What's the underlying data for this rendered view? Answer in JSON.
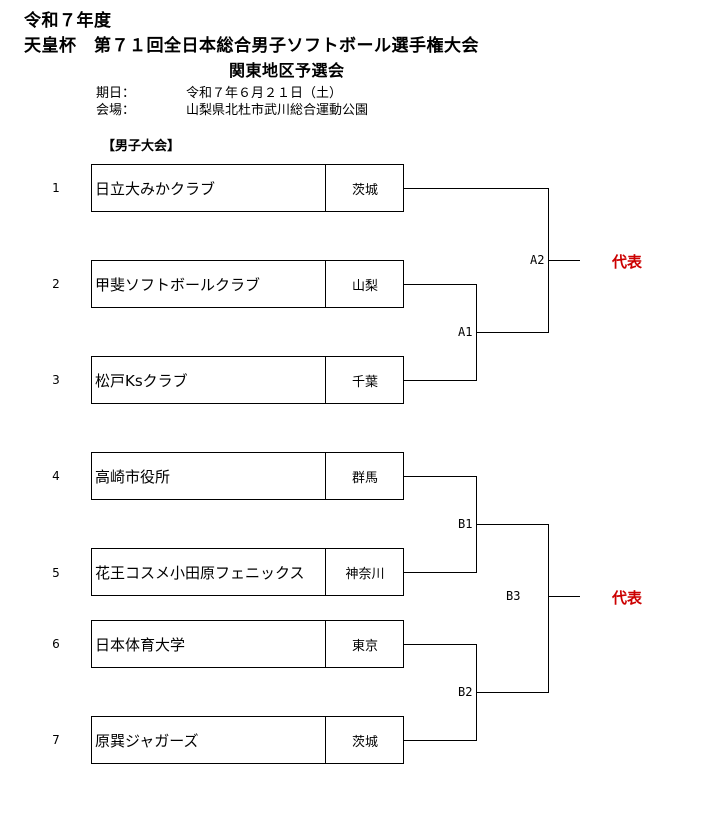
{
  "header": {
    "year": "令和７年度",
    "title": "天皇杯　第７１回全日本総合男子ソフトボール選手権大会",
    "subtitle": "関東地区予選会"
  },
  "info": {
    "date_label": "期日：",
    "date_value": "令和７年６月２１日（土）",
    "venue_label": "会場：",
    "venue_value": "山梨県北杜市武川総合運動公園"
  },
  "section_label": "【男子大会】",
  "teams": [
    {
      "seed": "1",
      "name": "日立大みかクラブ",
      "pref": "茨城"
    },
    {
      "seed": "2",
      "name": "甲斐ソフトボールクラブ",
      "pref": "山梨"
    },
    {
      "seed": "3",
      "name": "松戸Ksクラブ",
      "pref": "千葉"
    },
    {
      "seed": "4",
      "name": "高崎市役所",
      "pref": "群馬"
    },
    {
      "seed": "5",
      "name": "花王コスメ小田原フェニックス",
      "pref": "神奈川"
    },
    {
      "seed": "6",
      "name": "日本体育大学",
      "pref": "東京"
    },
    {
      "seed": "7",
      "name": "原巽ジャガーズ",
      "pref": "茨城"
    }
  ],
  "matches": {
    "A1": "A1",
    "A2": "A2",
    "B1": "B1",
    "B2": "B2",
    "B3": "B3"
  },
  "representative": {
    "label_a": "代表",
    "label_b": "代表",
    "color": "#cc0000"
  }
}
